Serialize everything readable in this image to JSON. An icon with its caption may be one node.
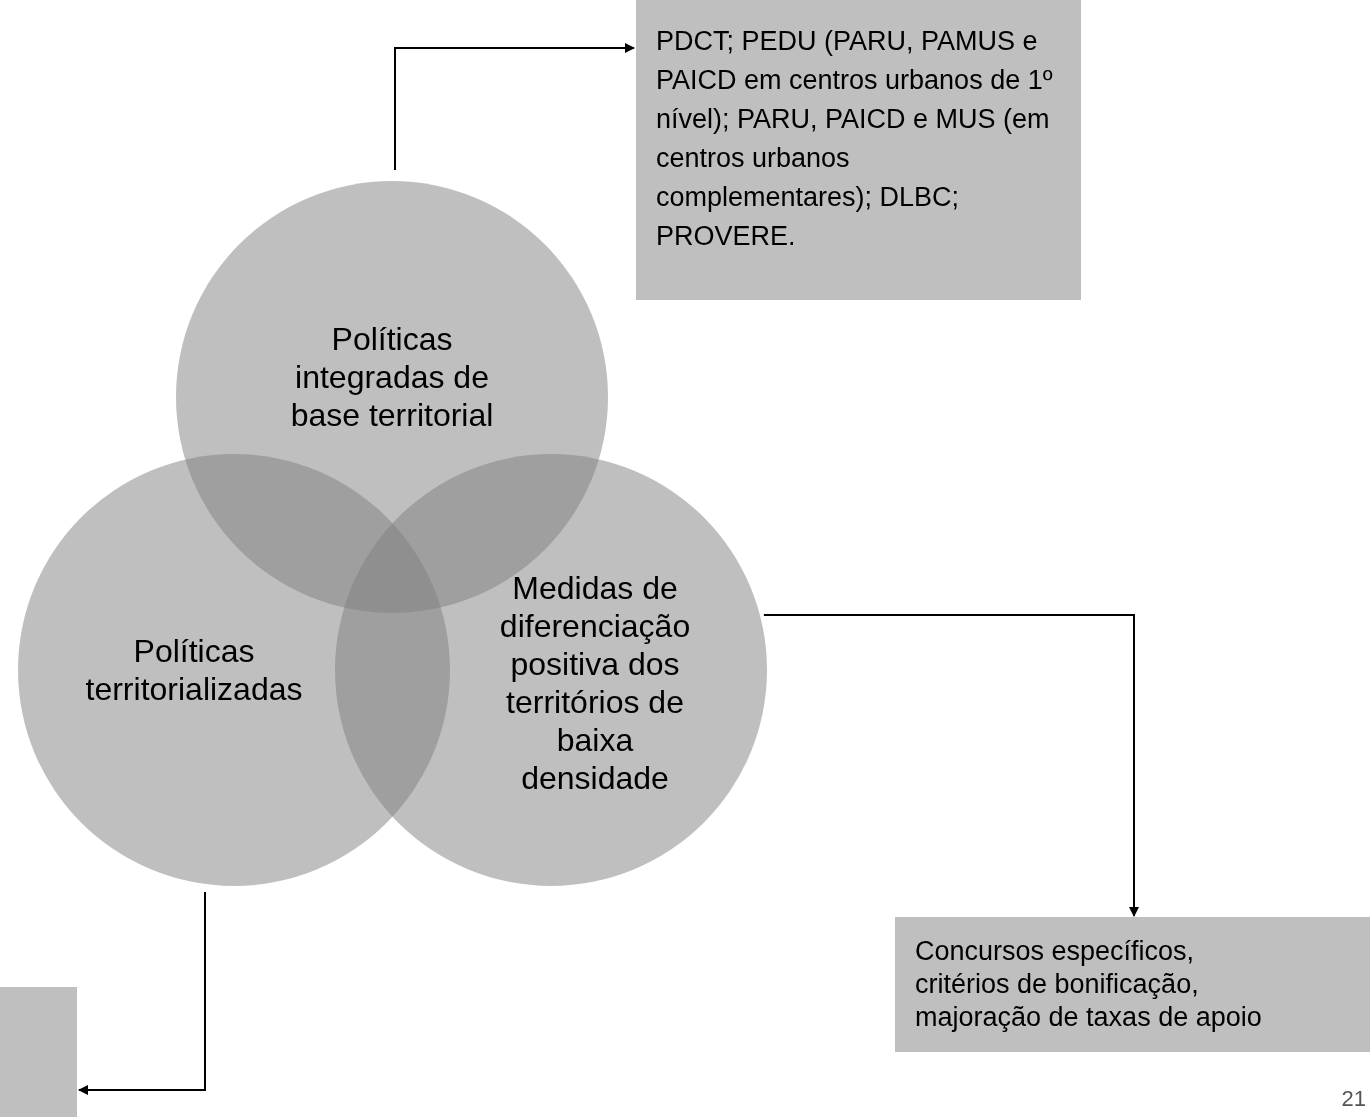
{
  "diagram": {
    "nodes": [
      {
        "text": [
          "Políticas integradas de base territorial"
        ]
      },
      {
        "text": [
          "Políticas territorializadas"
        ]
      },
      {
        "text": [
          "Medidas de diferenciação positiva dos territórios de baixa densidade"
        ]
      },
      {
        "text": [
          "PDCT; PEDU (PARU, PAMUS e PAICD em centros urbanos de 1º nível); PARU, PAICD e MUS (em centros urbanos complementares); DLBC; PROVERE."
        ]
      },
      {
        "text": [
          "Concursos específicos, critérios de bonificação, majoração de taxas de apoio"
        ]
      },
      {
        "text": [],
        "shape": "box"
      }
    ],
    "edges": [
      {
        "from": 0,
        "to": 3,
        "arrow": "to"
      },
      {
        "from": 2,
        "to": 4,
        "arrow": "to"
      },
      {
        "from": 1,
        "to": 5,
        "arrow": "to"
      }
    ],
    "labels": [
      "21"
    ]
  }
}
